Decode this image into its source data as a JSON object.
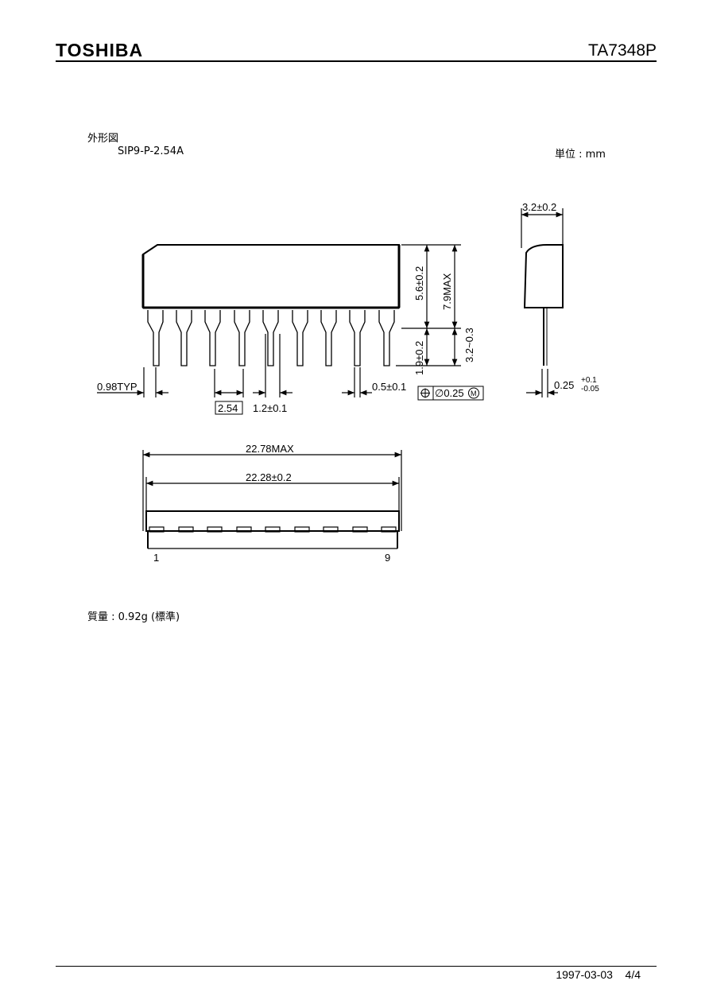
{
  "header": {
    "brand": "TOSHIBA",
    "part_number": "TA7348P"
  },
  "section": {
    "title": "外形図",
    "package": "SIP9-P-2.54A",
    "unit_label": "単位 : mm"
  },
  "dims": {
    "body_height": "5.6±0.2",
    "total_height": "7.9MAX",
    "lead_length": "1.9±0.2",
    "lead_span": "3.2~0.3",
    "side_width": "3.2±0.2",
    "lead_thickness": "0.25",
    "lead_tol_plus": "+0.1",
    "lead_tol_minus": "-0.05",
    "typ_offset": "0.98TYP",
    "pitch": "2.54",
    "shoulder_width": "1.2±0.1",
    "lead_width": "0.5±0.1",
    "position_tol": "∅0.25",
    "position_mod": "M",
    "overall_length_max": "22.78MAX",
    "body_length": "22.28±0.2"
  },
  "pins": {
    "first": "1",
    "last": "9"
  },
  "mass": "質量 : 0.92g (標準)",
  "footer": {
    "date": "1997-03-03",
    "page": "4/4"
  }
}
